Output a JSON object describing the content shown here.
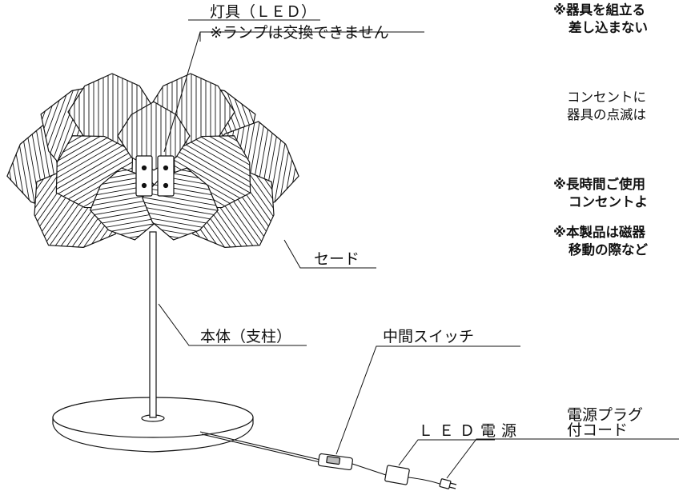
{
  "labels": {
    "lamp": "灯具（ＬＥＤ）",
    "lamp_note": "※ランプは交換できません",
    "shade": "セード",
    "body": "本体（支柱）",
    "switch": "中間スイッチ",
    "power": "ＬＥＤ電源",
    "plug_line1": "電源プラグ",
    "plug_line2": "付コード"
  },
  "notes": {
    "assembly_1": "※器具を組立る",
    "assembly_2": "差し込まない",
    "outlet_1": "コンセントに",
    "outlet_2": "器具の点滅は",
    "longuse_1": "※長時間ご使用",
    "longuse_2": "コンセントよ",
    "magnetic_1": "※本製品は磁器",
    "magnetic_2": "移動の際など"
  },
  "colors": {
    "line": "#111111",
    "fill": "#ffffff"
  }
}
